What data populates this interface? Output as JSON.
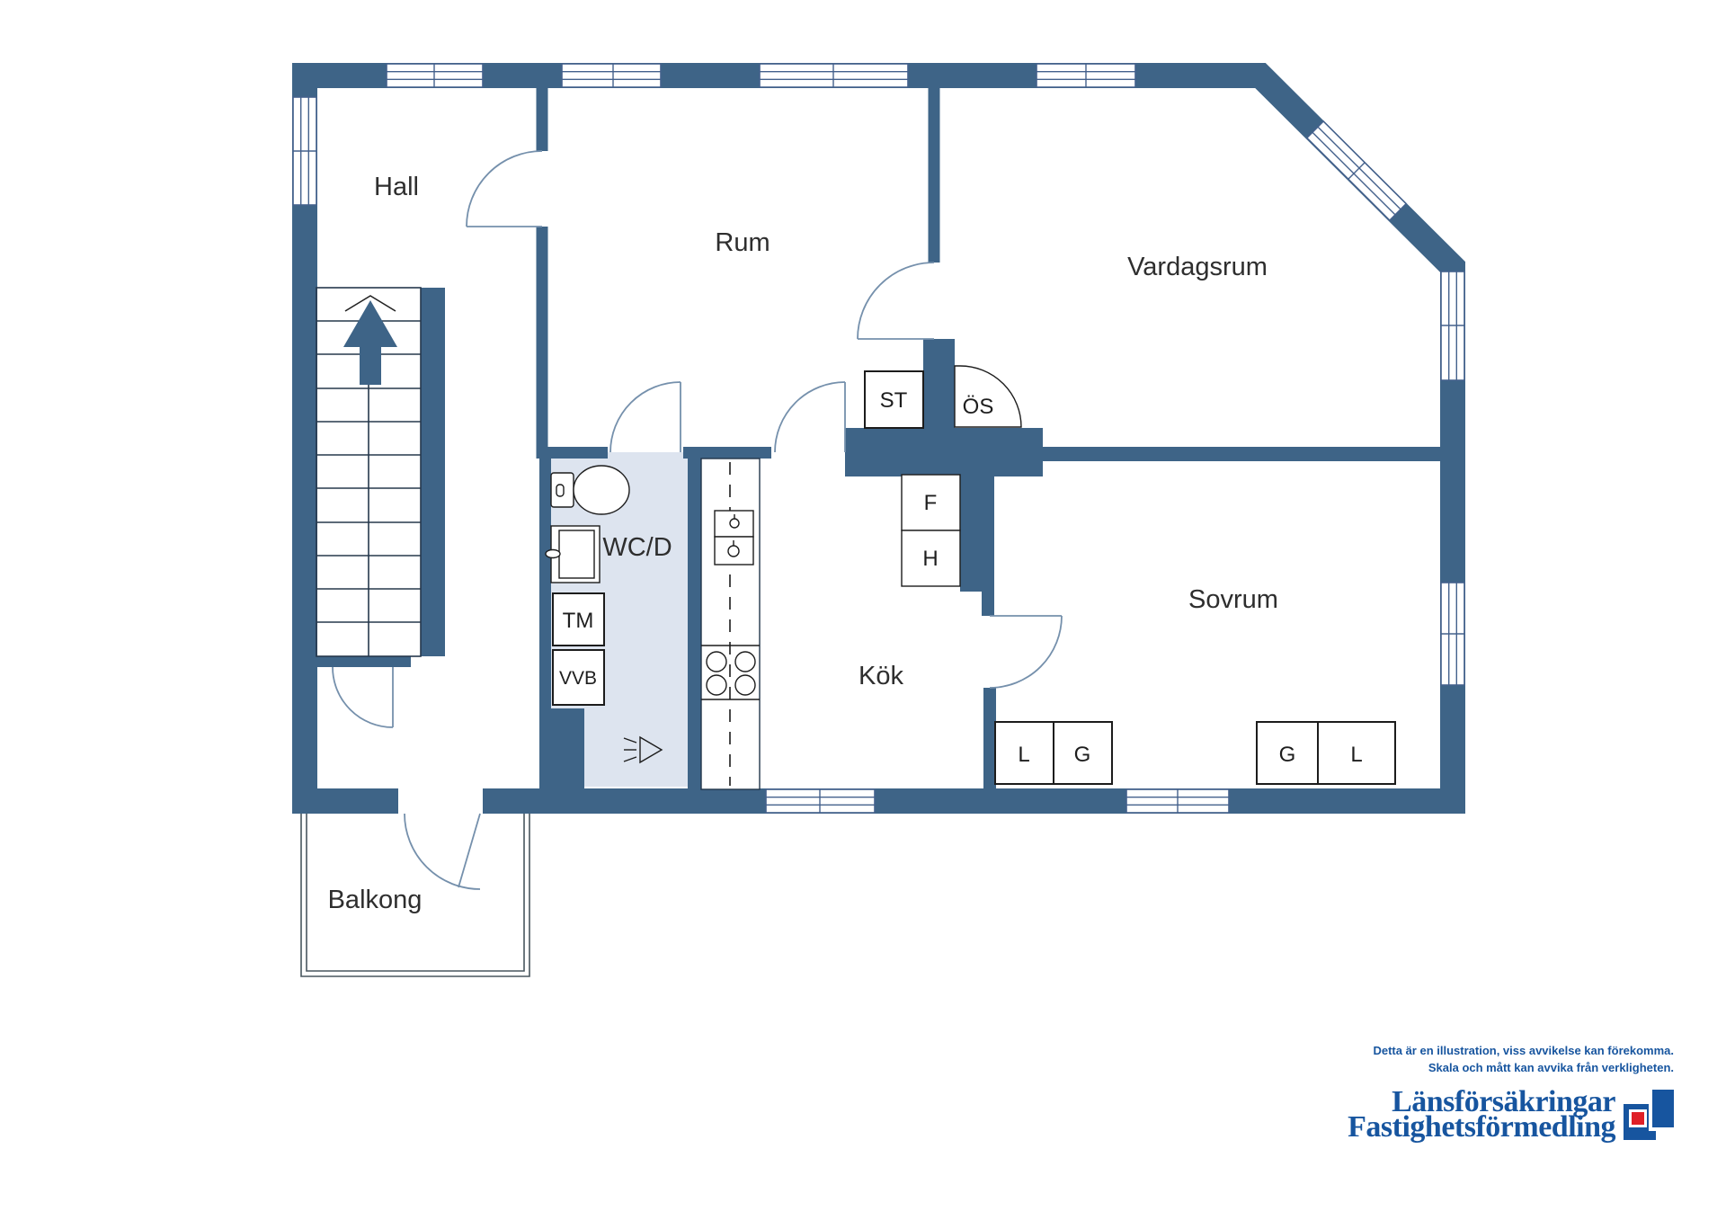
{
  "colors": {
    "wall": "#3e6487",
    "wc_floor": "#dde4ef",
    "line": "#44618c",
    "door": "#7590ac",
    "label": "#2e2e2e",
    "brand_blue": "#17559f",
    "brand_red": "#df2027"
  },
  "plan": {
    "rooms": {
      "hall": "Hall",
      "rum": "Rum",
      "vardagsrum": "Vardagsrum",
      "wc": "WC/D",
      "kok": "Kök",
      "sovrum": "Sovrum",
      "balkong": "Balkong"
    },
    "fixtures": {
      "st": "ST",
      "os": "ÖS",
      "f": "F",
      "h": "H",
      "tm": "TM",
      "vvb": "VVB",
      "sov_l1": "L",
      "sov_g1": "G",
      "sov_g2": "G",
      "sov_l2": "L"
    }
  },
  "footer": {
    "disclaimer_line1": "Detta är en illustration, viss avvikelse kan förekomma.",
    "disclaimer_line2": "Skala och mått kan avvika från verkligheten.",
    "brand_line1": "Länsförsäkringar",
    "brand_line2": "Fastighetsförmedling"
  }
}
